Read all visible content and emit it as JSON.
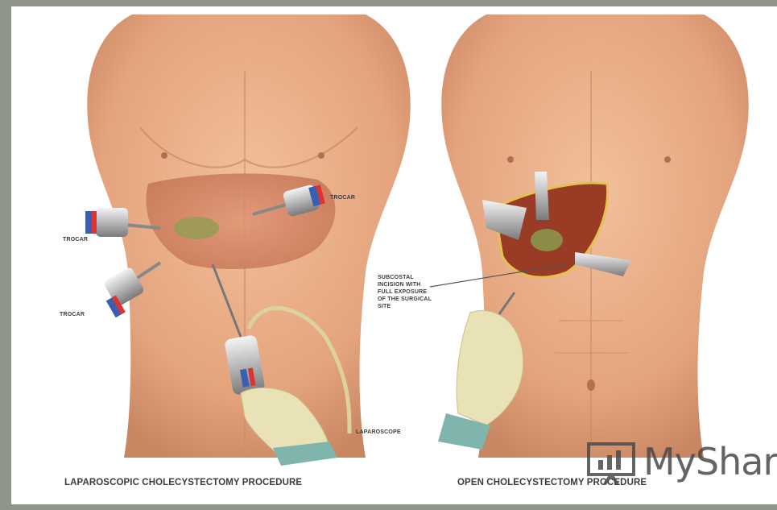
{
  "labels": {
    "trocar_upper_right": "TROCAR",
    "trocar_left": "TROCAR",
    "trocar_lower_left": "TROCAR",
    "laparoscope": "LAPAROSCOPE",
    "subcostal": "SUBCOSTAL\nINCISION WITH\nFULL EXPOSURE\nOF THE SURGICAL\nSITE"
  },
  "captions": {
    "left": "LAPAROSCOPIC CHOLECYSTECTOMY PROCEDURE",
    "right": "OPEN CHOLECYSTECTOMY PROCEDURE"
  },
  "watermark": {
    "text": "MyShar",
    "icon": "presentation-chart-icon"
  },
  "colors": {
    "skin": "#e8ad86",
    "skin_shadow": "#c98663",
    "liver": "#d68a68",
    "gallbladder": "#9a9a55",
    "glove": "#e9e2b6",
    "gown": "#7fb5ad",
    "background": "#8f958a"
  }
}
